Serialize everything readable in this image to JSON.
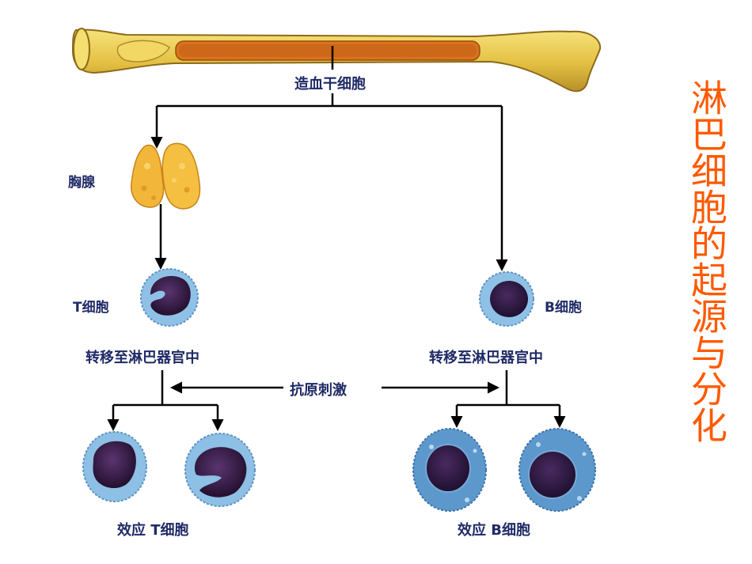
{
  "title": "淋巴细胞的起源与分化",
  "labels": {
    "stem_cell": "造血干细胞",
    "thymus": "胸腺",
    "t_cell": "T细胞",
    "b_cell": "B细胞",
    "t_migrate": "转移至淋巴器官中",
    "b_migrate": "转移至淋巴器官中",
    "antigen": "抗原刺激",
    "effector_t": "效应 T细胞",
    "effector_b": "效应 B细胞"
  },
  "colors": {
    "title": "#ff5a00",
    "label": "#1f2a66",
    "bone": "#e8c84a",
    "marrow": "#d9731c",
    "thymus": "#f2b73a",
    "nucleus": "#3b1f4f",
    "cytoplasm_t": "#7fb2dc",
    "cytoplasm_b": "#5c98cc"
  }
}
